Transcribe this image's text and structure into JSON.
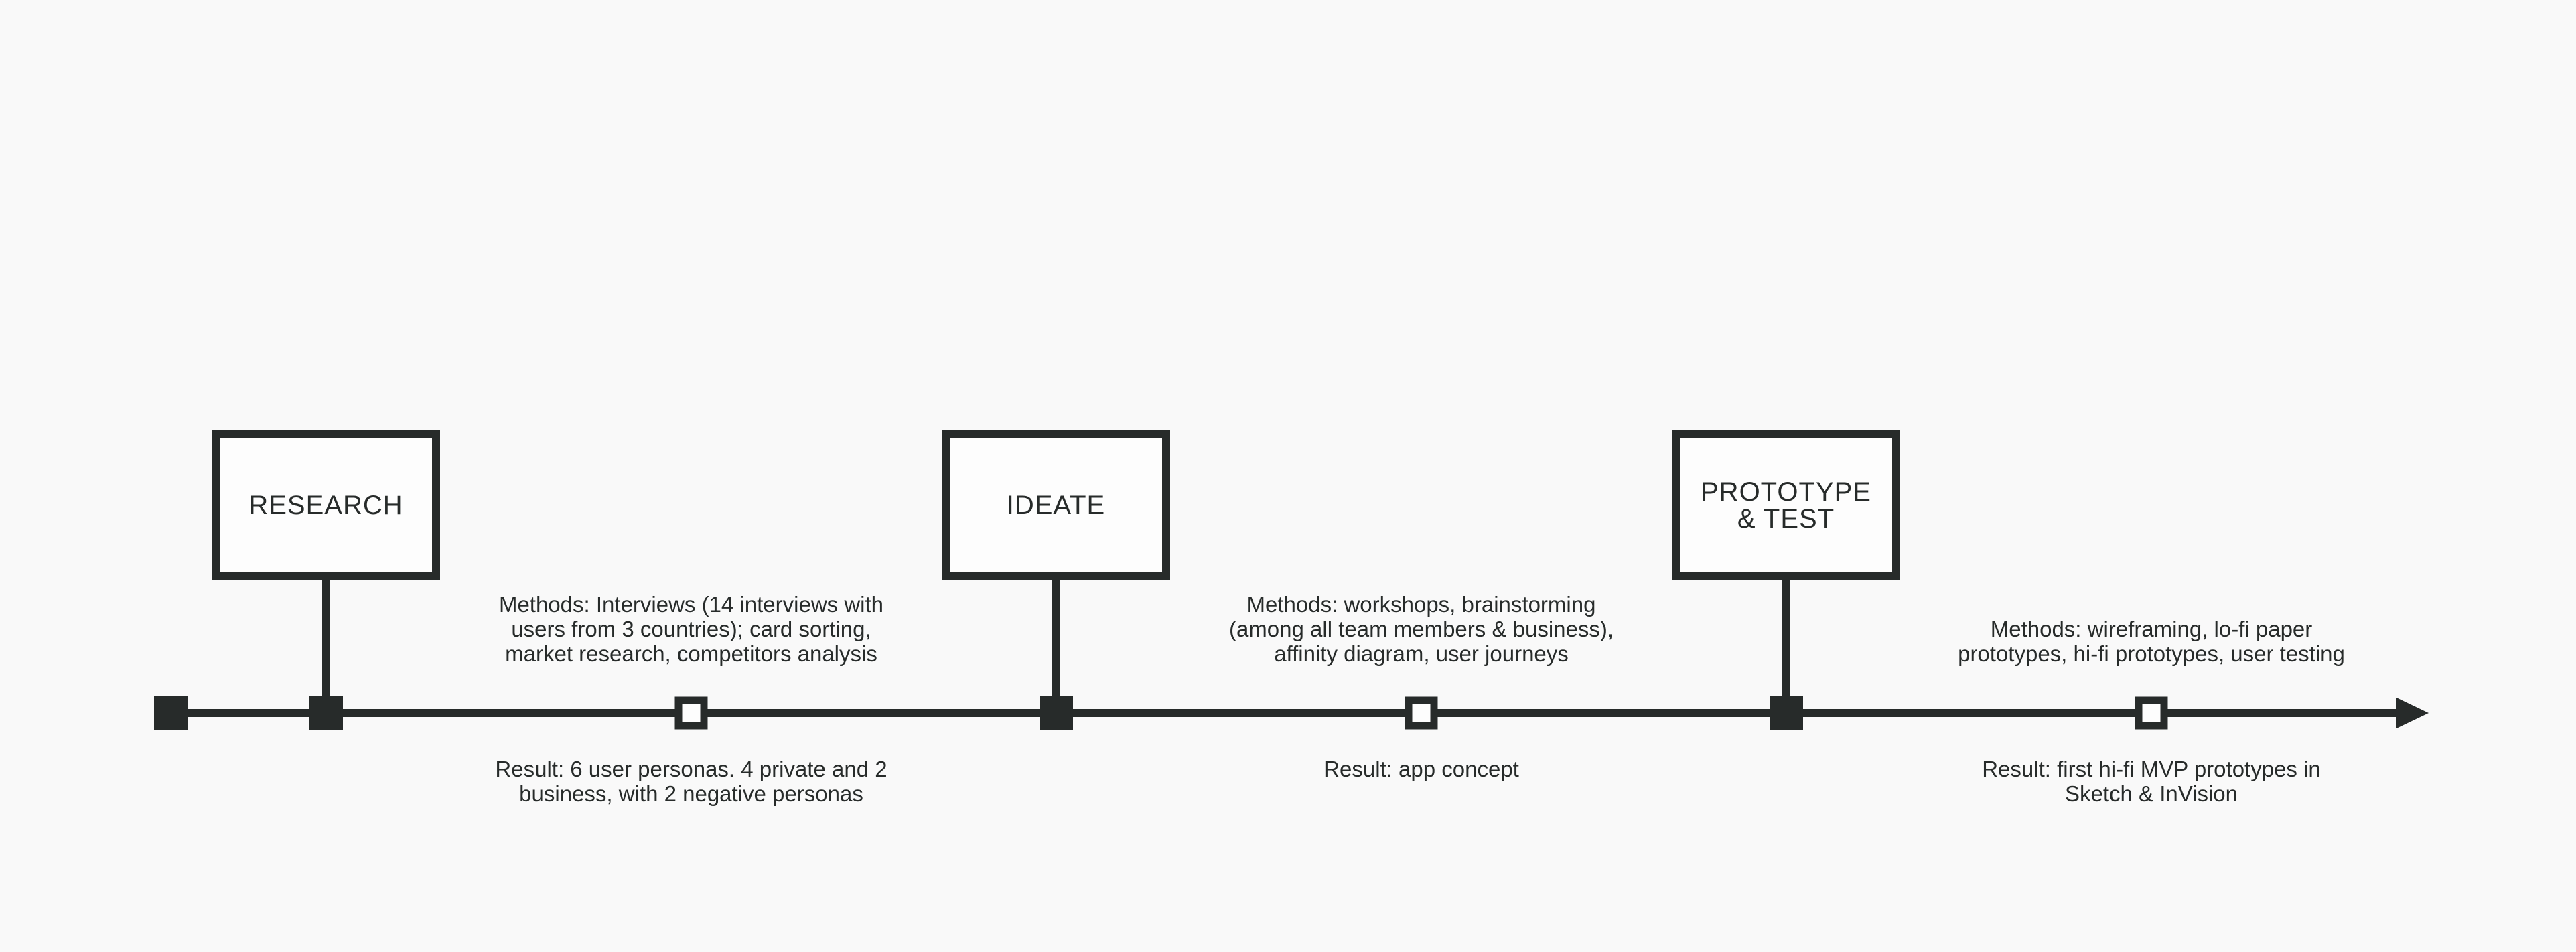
{
  "colors": {
    "background": "#f9f9f9",
    "ink": "#272b2a",
    "box_fill": "#fdfdfd"
  },
  "icons": {
    "start": "filled-square-icon",
    "phase_marker": "filled-square-icon",
    "step_marker": "hollow-square-icon",
    "end": "arrow-right-icon"
  },
  "phases": [
    {
      "label": "RESEARCH"
    },
    {
      "label": "IDEATE"
    },
    {
      "label": "PROTOTYPE\n& TEST"
    }
  ],
  "steps": [
    {
      "methods": "Methods: Interviews (14 interviews with\nusers from 3 countries); card sorting,\nmarket research, competitors analysis",
      "result": "Result: 6 user personas. 4 private and 2\nbusiness, with 2 negative personas"
    },
    {
      "methods": "Methods: workshops, brainstorming\n(among all team members & business),\naffinity diagram, user journeys",
      "result": "Result: app concept"
    },
    {
      "methods": "Methods: wireframing, lo-fi paper\nprototypes, hi-fi prototypes, user testing",
      "result": "Result: first hi-fi MVP prototypes in\nSketch & InVision"
    }
  ]
}
